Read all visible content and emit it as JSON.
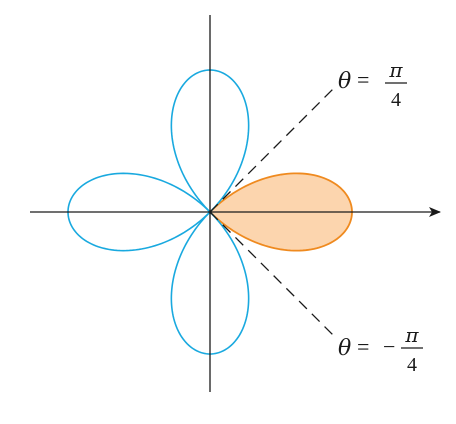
{
  "diagram": {
    "curve_equation_note": "",
    "colors": {
      "curve": "#19a9df",
      "shaded_fill": "#fcd5ae",
      "shaded_stroke": "#ef8a1f",
      "axes": "#1a1a1a",
      "dashed": "#1a1a1a"
    },
    "petals": 4,
    "shaded_petal": "right",
    "labels": {
      "upper": {
        "theta": "θ",
        "equals": "=",
        "sign": "",
        "numerator": "π",
        "denominator": "4"
      },
      "lower": {
        "theta": "θ",
        "equals": "=",
        "sign": "−",
        "numerator": "π",
        "denominator": "4"
      }
    }
  }
}
